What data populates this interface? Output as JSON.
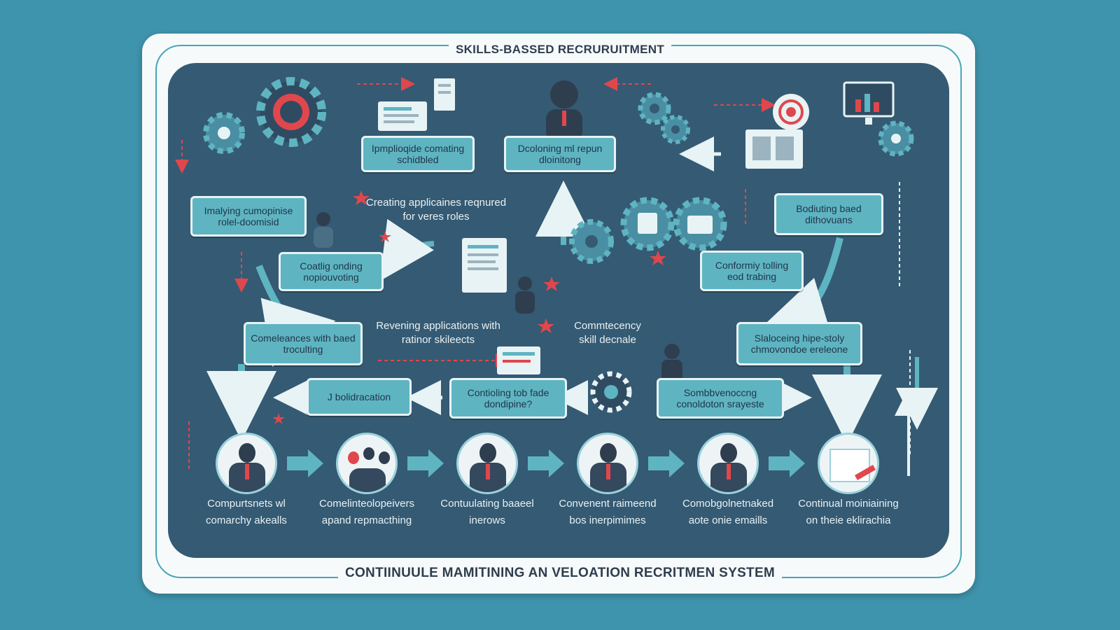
{
  "diagram": {
    "title": "SKILLS-BASSED RECRURUITMENT",
    "footer": "CONTIINUULE MAMITINING AN VELOATION RECRITMEN SYSTEM",
    "boxes": [
      {
        "id": "b1",
        "text": "Ipmplioqide comating schidbled"
      },
      {
        "id": "b2",
        "text": "Dcoloning ml repun dloinitong"
      },
      {
        "id": "b3",
        "text": "Imalying cumopinise rolel-doomisid"
      },
      {
        "id": "b4",
        "text": "Bodiuting baed dithovuans"
      },
      {
        "id": "b5",
        "text": "Coatlig onding nopiouvoting"
      },
      {
        "id": "b6",
        "text": "Conformiy tolling eod trabing"
      },
      {
        "id": "b7",
        "text": "Comeleances with baed troculting"
      },
      {
        "id": "b8",
        "text": "Slaloceing hipe-stoly chmovondoe ereleone"
      },
      {
        "id": "b9",
        "text": "J bolidracation"
      },
      {
        "id": "b10",
        "text": "Contioling tob fade dondipine?"
      },
      {
        "id": "b11",
        "text": "Sombbvenoccng conoldoton srayeste"
      }
    ],
    "free_labels": [
      {
        "id": "l1",
        "text": "Creating applicaines reqnured for veres roles"
      },
      {
        "id": "l2",
        "text": "Revening applications with ratinor skileects"
      },
      {
        "id": "l3",
        "text": "Commtecency skill decnale"
      }
    ],
    "steps": [
      {
        "caption": "Compurtsnets wl comarchy akealls"
      },
      {
        "caption": "Comelinteolopeivers apand repmacthing"
      },
      {
        "caption": "Contuulating baaeel inerows"
      },
      {
        "caption": "Convenent raimeend bos inerpimimes"
      },
      {
        "caption": "Comobgolnetnaked aote onie emaills"
      },
      {
        "caption": "Continual moiniaining on theie eklirachia"
      }
    ]
  },
  "colors": {
    "background": "#3f94ad",
    "panel": "#355a73",
    "box": "#5fb4c2",
    "accent": "#e0474c",
    "text": "#2e3e4f"
  },
  "icons": [
    "gear-icon",
    "document-icon",
    "person-icon",
    "arrow-icon",
    "star-icon",
    "monitor-icon",
    "chart-icon"
  ]
}
